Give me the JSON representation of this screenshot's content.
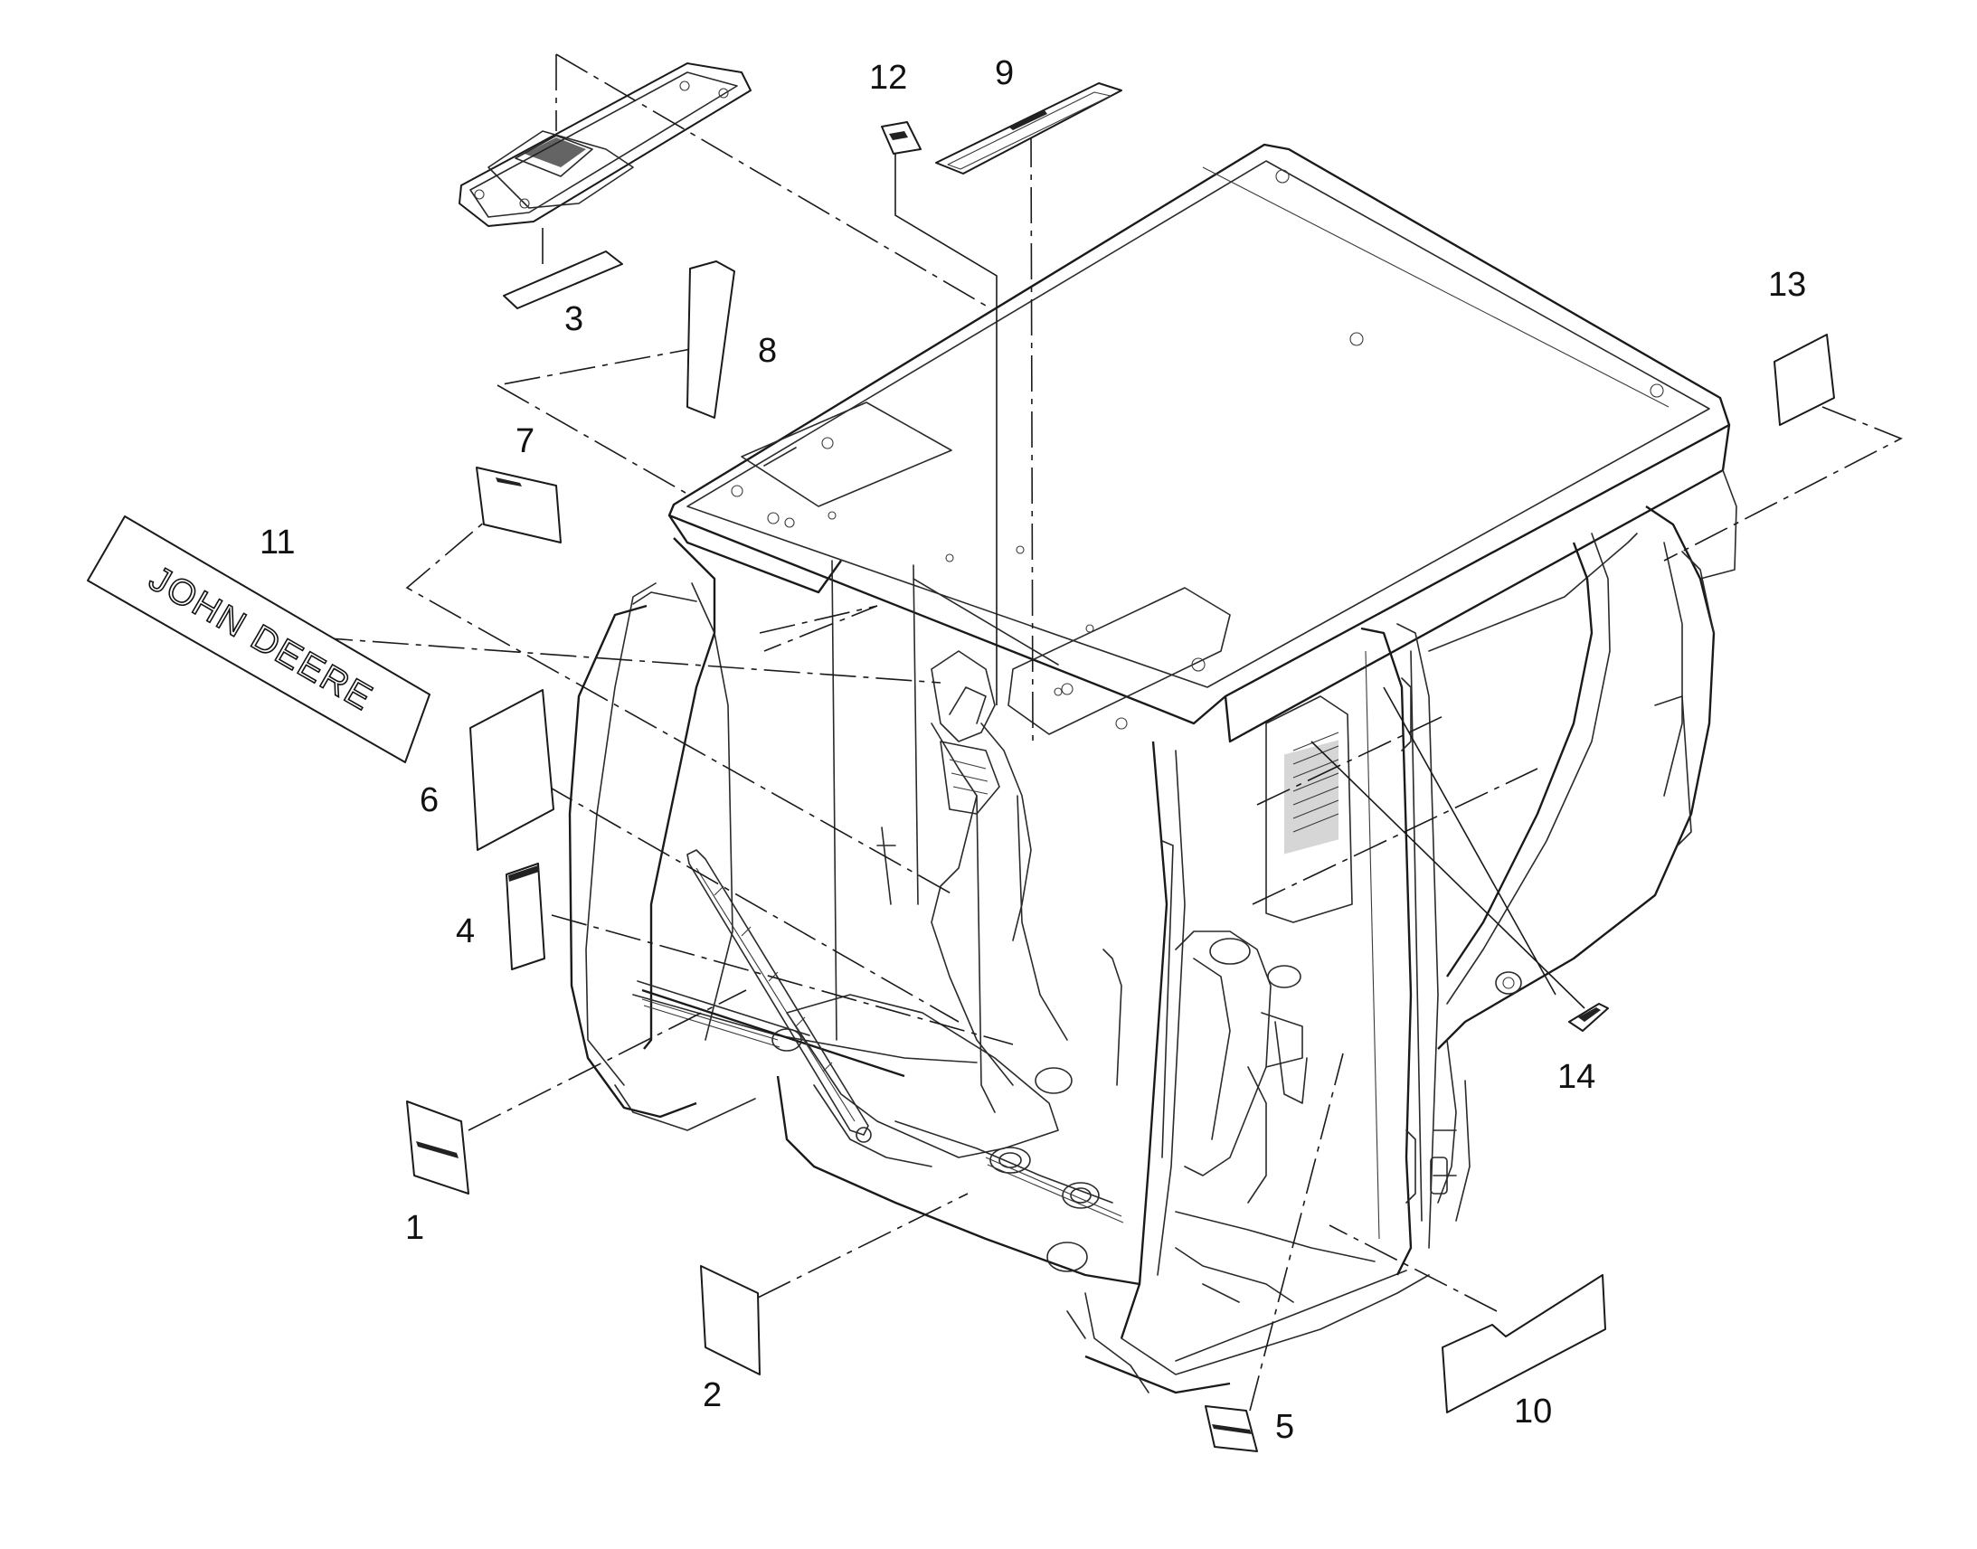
{
  "diagram": {
    "decal_text": "JOHN DEERE",
    "callouts": [
      "1",
      "2",
      "3",
      "4",
      "5",
      "6",
      "7",
      "8",
      "9",
      "10",
      "11",
      "12",
      "13",
      "14"
    ]
  }
}
